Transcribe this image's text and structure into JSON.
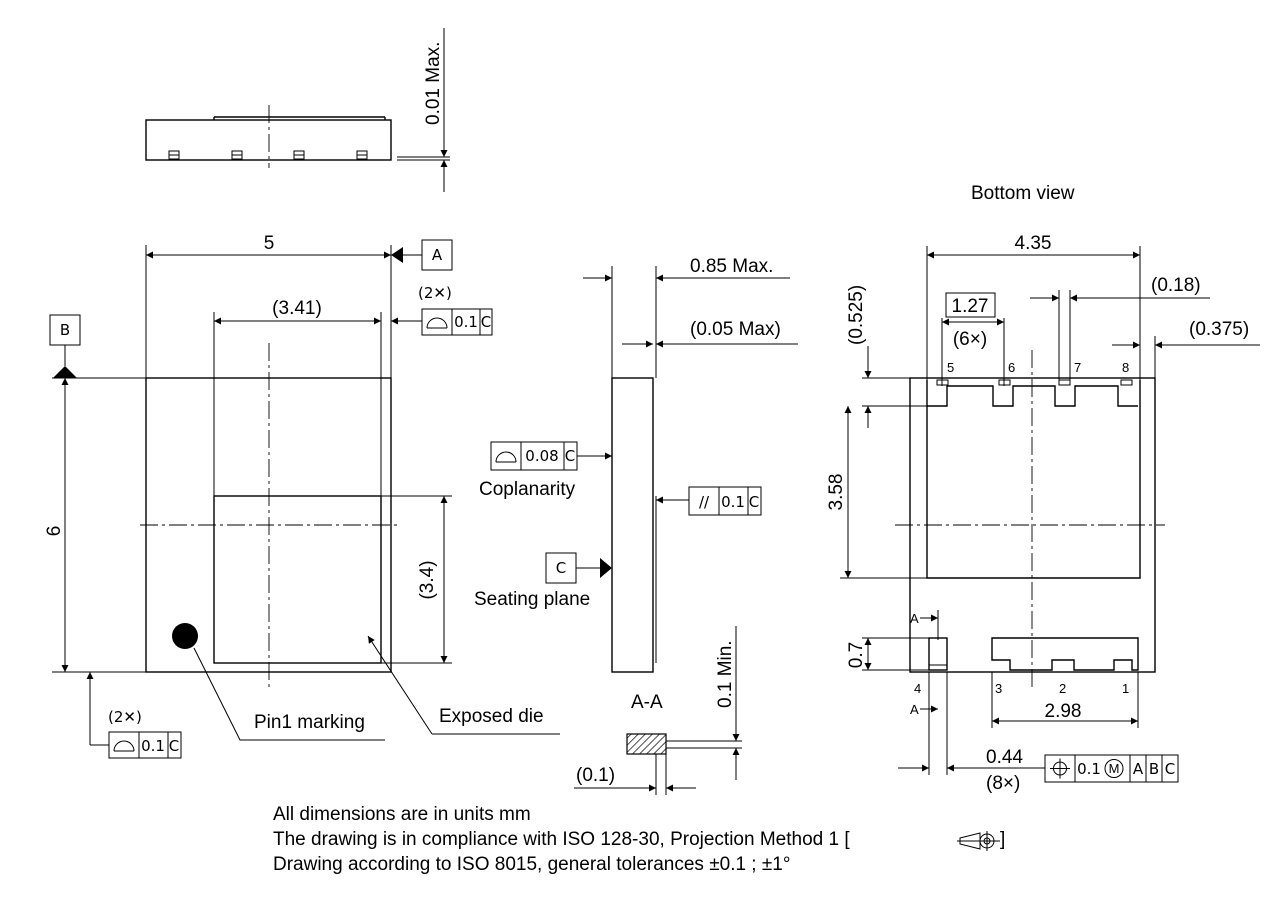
{
  "top_view": {
    "height_max": "0.01 Max."
  },
  "front_view": {
    "width": "5",
    "height": "6",
    "die_width": "(3.41)",
    "die_height": "(3.4)",
    "datum_a": "A",
    "datum_b": "B",
    "count_2x_top": "(2✕)",
    "count_2x_bottom": "(2✕)",
    "profile_tol_top": "0.1",
    "profile_ref_top": "C",
    "profile_tol_bottom": "0.1",
    "profile_ref_bottom": "C",
    "pin1_label": "Pin1 marking",
    "exposed_die_label": "Exposed die"
  },
  "side_view": {
    "thickness_max": "0.85 Max.",
    "standoff_max": "(0.05 Max)",
    "coplanarity_tol": "0.08",
    "coplanarity_ref": "C",
    "coplanarity_label": "Coplanarity",
    "parallel_symbol": "//",
    "parallel_tol": "0.1",
    "parallel_ref": "C",
    "datum_c": "C",
    "seating_label": "Seating plane"
  },
  "section_view": {
    "title": "A-A",
    "min_height": "0.1 Min.",
    "width": "(0.1)"
  },
  "bottom_view": {
    "title": "Bottom view",
    "width": "4.35",
    "top_offset": "(0.525)",
    "pitch": "1.27",
    "pitch_count": "(6×)",
    "pad_gap": "(0.18)",
    "edge_offset": "(0.375)",
    "pad_height": "3.58",
    "lead_height": "0.7",
    "lead_span": "2.98",
    "lead_width": "0.44",
    "lead_count": "(8×)",
    "position_tol": "0.1",
    "modifier": "M",
    "ref_a": "A",
    "ref_b": "B",
    "ref_c": "C",
    "section_mark": "A",
    "pins_top": [
      "5",
      "6",
      "7",
      "8"
    ],
    "pins_bottom": [
      "4",
      "3",
      "2",
      "1"
    ]
  },
  "notes": [
    "All dimensions are in units mm",
    "The drawing is in compliance with ISO 128-30, Projection Method 1 [",
    "Drawing according to ISO 8015, general tolerances ±0.1 ; ±1°"
  ],
  "notes_close_bracket": "]"
}
